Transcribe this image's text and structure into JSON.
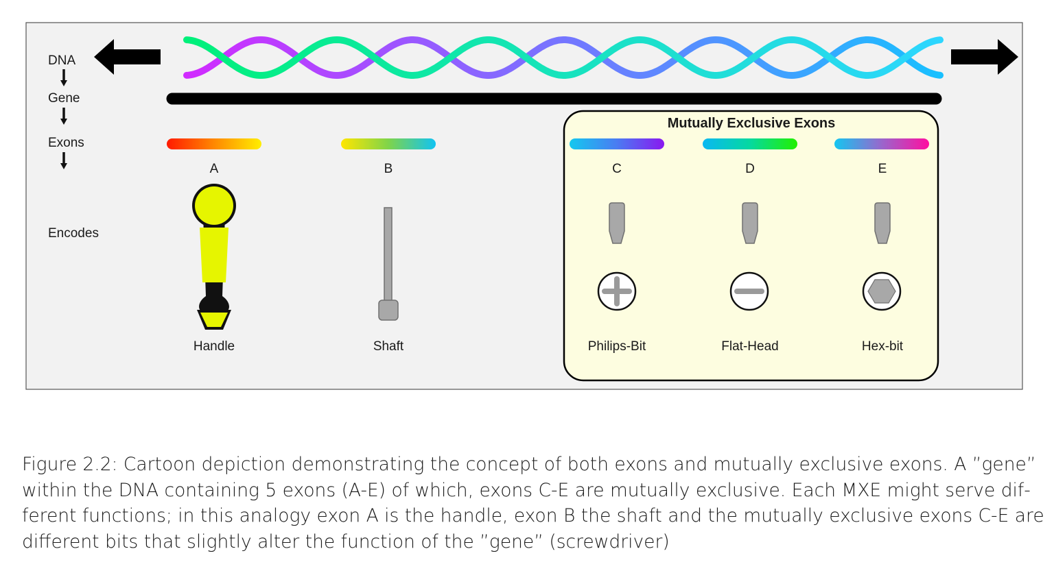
{
  "figure": {
    "levels": [
      "DNA",
      "Gene",
      "Exons",
      "Encodes"
    ],
    "mxe_title": "Mutually Exclusive Exons",
    "exons": [
      {
        "letter": "A",
        "part": "Handle",
        "colors": [
          "#ff1a00",
          "#ff8800",
          "#ffee00"
        ]
      },
      {
        "letter": "B",
        "part": "Shaft",
        "colors": [
          "#ffe600",
          "#7fd44a",
          "#11c3f2"
        ]
      },
      {
        "letter": "C",
        "part": "Philips-Bit",
        "colors": [
          "#14c8ef",
          "#4a7cf2",
          "#8a18f0"
        ]
      },
      {
        "letter": "D",
        "part": "Flat-Head",
        "colors": [
          "#0ab8f2",
          "#05d9a0",
          "#22f000"
        ]
      },
      {
        "letter": "E",
        "part": "Hex-bit",
        "colors": [
          "#13c6f0",
          "#9a66cc",
          "#ff0fa0"
        ]
      }
    ],
    "dna_colors": {
      "strand_a": [
        "#d12bff",
        "#19c0ff"
      ],
      "strand_b": [
        "#00f07a",
        "#2dd6ff"
      ],
      "rungs": [
        "#aa33ff",
        "#15c4f5"
      ]
    },
    "mxe_box_fill": "#fdfde0",
    "handle_yellow": "#e6f500"
  },
  "caption": {
    "lines": [
      "Figure 2.2: Cartoon depiction demonstrating the concept of both exons and mutually exclusive exons. A ”gene”",
      "within the DNA containing 5 exons (A-E) of which, exons C-E are mutually exclusive. Each MXE might serve dif-",
      "ferent functions; in this analogy exon A is the handle, exon B the shaft and the mutually exclusive exons C-E are",
      "different bits that slightly alter the function of the ”gene” (screwdriver)"
    ]
  }
}
